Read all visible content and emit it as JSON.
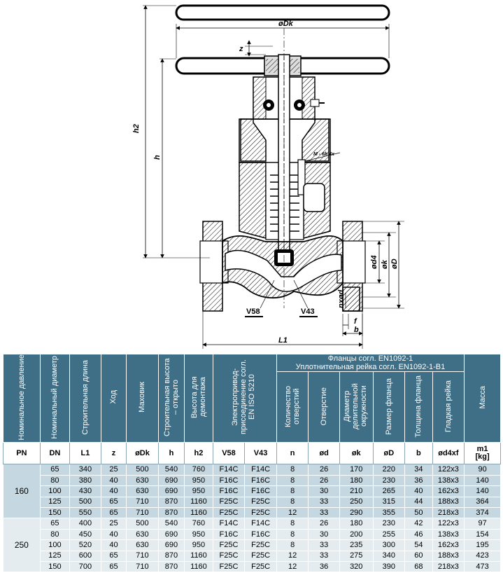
{
  "drawing": {
    "labels": {
      "dk": "øDk",
      "z": "z",
      "h2": "h2",
      "h": "h",
      "bolt": "M - 6h 4x",
      "d4": "ød4",
      "k": "øk",
      "D": "øD",
      "nxd": "nxød",
      "v58": "V58",
      "v43": "V43",
      "l1": "L1",
      "f": "f",
      "b": "b"
    }
  },
  "table": {
    "headers": {
      "pn": "Номинальное давление",
      "dn": "Номинальный диаметр",
      "l1": "Строительная длина",
      "z": "Ход",
      "dk": "Маховик",
      "h": "Строительная высота – открыто",
      "h2": "Высота для демонтажа",
      "actuator": "Электропривод-присоединение согл. EN ISO 5210",
      "flange_group_1": "Фланцы согл. EN1092-1",
      "flange_group_2": "Уплотнительная рейка согл. EN1092-1-B1",
      "n": "Количество отверстий",
      "d": "Отверстие",
      "k": "Диаметр делительной окружности",
      "D": "Размер фланца",
      "b": "Толщина фланца",
      "d4xf": "Гладкая рейка",
      "mass": "Масса"
    },
    "symbols": {
      "pn": "PN",
      "dn": "DN",
      "l1": "L1",
      "z": "z",
      "dk": "øDk",
      "h": "h",
      "h2": "h2",
      "v58": "V58",
      "v43": "V43",
      "n": "n",
      "d": "ød",
      "k": "øk",
      "D": "øD",
      "b": "b",
      "d4xf": "ød4xf",
      "mass": "m1",
      "mass_unit": "[kg]"
    },
    "groups": [
      {
        "pn": "160",
        "rows": [
          [
            "65",
            "340",
            "25",
            "500",
            "540",
            "760",
            "F14C",
            "F14C",
            "8",
            "26",
            "170",
            "220",
            "34",
            "122x3",
            "90"
          ],
          [
            "80",
            "380",
            "40",
            "630",
            "690",
            "950",
            "F16C",
            "F16C",
            "8",
            "26",
            "180",
            "230",
            "36",
            "138x3",
            "140"
          ],
          [
            "100",
            "430",
            "40",
            "630",
            "690",
            "950",
            "F16C",
            "F16C",
            "8",
            "30",
            "210",
            "265",
            "40",
            "162x3",
            "140"
          ],
          [
            "125",
            "500",
            "65",
            "710",
            "870",
            "1160",
            "F25C",
            "F25C",
            "8",
            "33",
            "250",
            "315",
            "44",
            "188x3",
            "364"
          ],
          [
            "150",
            "550",
            "65",
            "710",
            "870",
            "1160",
            "F25C",
            "F25C",
            "12",
            "33",
            "290",
            "355",
            "50",
            "218x3",
            "374"
          ]
        ]
      },
      {
        "pn": "250",
        "rows": [
          [
            "65",
            "400",
            "25",
            "500",
            "540",
            "760",
            "F14C",
            "F14C",
            "8",
            "26",
            "180",
            "230",
            "42",
            "122x3",
            "97"
          ],
          [
            "80",
            "450",
            "40",
            "630",
            "690",
            "950",
            "F16C",
            "F16C",
            "8",
            "30",
            "200",
            "255",
            "46",
            "138x3",
            "154"
          ],
          [
            "100",
            "520",
            "40",
            "630",
            "690",
            "950",
            "F25C",
            "F25C",
            "8",
            "33",
            "235",
            "300",
            "54",
            "162x3",
            "195"
          ],
          [
            "125",
            "600",
            "65",
            "710",
            "870",
            "1160",
            "F25C",
            "F25C",
            "12",
            "33",
            "275",
            "340",
            "60",
            "188x3",
            "423"
          ],
          [
            "150",
            "700",
            "65",
            "710",
            "870",
            "1160",
            "F25C",
            "F25C",
            "12",
            "36",
            "320",
            "390",
            "68",
            "218x3",
            "473"
          ]
        ]
      }
    ]
  }
}
